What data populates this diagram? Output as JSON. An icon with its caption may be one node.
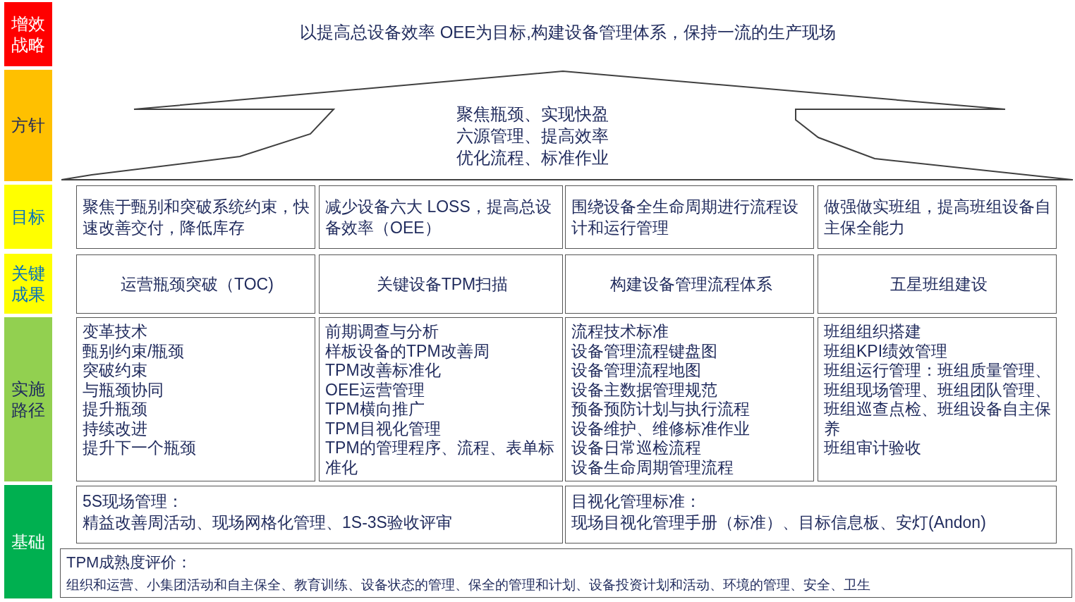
{
  "diagram": {
    "nodes": [
      {
        "text": [
          "增效战略"
        ]
      },
      {
        "text": [
          "方针"
        ]
      },
      {
        "text": [
          "目标"
        ]
      },
      {
        "text": [
          "关键成果"
        ]
      },
      {
        "text": [
          "实施路径"
        ]
      },
      {
        "text": [
          "基础"
        ]
      },
      {
        "text": [
          "聚焦瓶颈、实现快盈",
          "六源管理、提高效率",
          "优化流程、标准作业"
        ]
      },
      {
        "text": [
          "聚焦于甄别和突破系统约束，快速改善交付，降低库存"
        ]
      },
      {
        "text": [
          "减少设备六大 LOSS，提高总设备效率（OEE）"
        ]
      },
      {
        "text": [
          "围绕设备全生命周期进行流程设计和运行管理"
        ]
      },
      {
        "text": [
          "做强做实班组，提高班组设备自主保全能力"
        ]
      },
      {
        "text": [
          "运营瓶颈突破（TOC)"
        ]
      },
      {
        "text": [
          "关键设备TPM扫描"
        ]
      },
      {
        "text": [
          "构建设备管理流程体系"
        ]
      },
      {
        "text": [
          "五星班组建设"
        ]
      },
      {
        "text": [
          "变革技术",
          "甄别约束/瓶颈",
          "突破约束",
          "与瓶颈协同",
          "提升瓶颈",
          "持续改进",
          "提升下一个瓶颈"
        ]
      },
      {
        "text": [
          "前期调查与分析",
          "样板设备的TPM改善周",
          "TPM改善标准化",
          "OEE运营管理",
          "TPM横向推广",
          "TPM目视化管理",
          "TPM的管理程序、流程、表单标准化"
        ]
      },
      {
        "text": [
          "流程技术标准",
          "设备管理流程键盘图",
          "设备管理流程地图",
          "设备主数据管理规范",
          "预备预防计划与执行流程",
          "设备维护、维修标准作业",
          "设备日常巡检流程",
          "设备生命周期管理流程"
        ]
      },
      {
        "text": [
          "班组组织搭建",
          "班组KPI绩效管理",
          "班组运行管理：班组质量管理、班组现场管理、班组团队管理、班组巡查点检、班组设备自主保养",
          "班组审计验收"
        ]
      },
      {
        "text": [
          "5S现场管理：",
          "精益改善周活动、现场网格化管理、1S-3S验收评审"
        ]
      },
      {
        "text": [
          "目视化管理标准：",
          "现场目视化管理手册（标准）、目标信息板、安灯(Andon)"
        ]
      },
      {
        "text": [
          "TPM成熟度评价：",
          "组织和运营、小集团活动和自主保全、教育训练、设备状态的管理、保全的管理和计划、设备投资计划和活动、环境的管理、安全、卫生"
        ]
      }
    ],
    "edges": [],
    "labels": [
      "以提高总设备效率 OEE为目标,构建设备管理体系，保持一流的生产现场"
    ]
  }
}
